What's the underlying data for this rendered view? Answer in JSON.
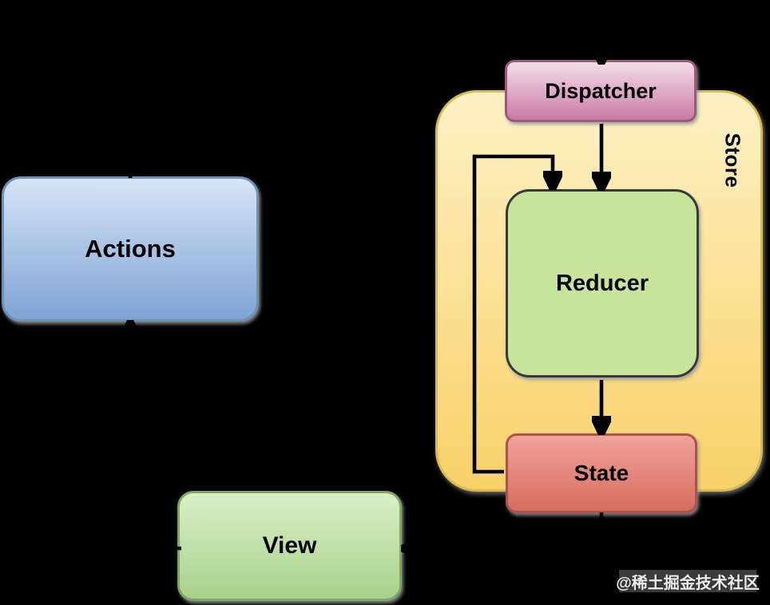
{
  "diagram": {
    "background_color": "#000000",
    "nodes": {
      "dispatcher": {
        "label": "Dispatcher",
        "fill_top": "#f5dce8",
        "fill_bottom": "#c97ba5",
        "border_color": "#9a5a7c",
        "text_color": "#000000"
      },
      "store": {
        "label": "Store",
        "fill_top": "#fdf1c5",
        "fill_bottom": "#f8d168",
        "border_color": "#d9ba52",
        "text_color": "#000000",
        "label_rotation_deg": 90
      },
      "reducer": {
        "label": "Reducer",
        "fill": "#c8e49b",
        "border_color": "#373a3c",
        "text_color": "#000000"
      },
      "state": {
        "label": "State",
        "fill_top": "#f0a29a",
        "fill_bottom": "#d76c61",
        "border_color": "#af524b",
        "text_color": "#000000"
      },
      "actions": {
        "label": "Actions",
        "fill_top": "#d6e4f7",
        "fill_bottom": "#7fa4d3",
        "border_color": "#7090b4",
        "text_color": "#000000"
      },
      "view": {
        "label": "View",
        "fill_top": "#d8efc7",
        "fill_bottom": "#a8d28b",
        "border_color": "#7fa85f",
        "text_color": "#000000"
      }
    },
    "edges": [
      {
        "from": "actions",
        "to": "dispatcher",
        "arrow_color": "#000000"
      },
      {
        "from": "dispatcher",
        "to": "reducer",
        "arrow_color": "#000000"
      },
      {
        "from": "state",
        "to": "reducer",
        "arrow_color": "#000000",
        "note": "feedback loop"
      },
      {
        "from": "reducer",
        "to": "state",
        "arrow_color": "#000000"
      },
      {
        "from": "state",
        "to": "view",
        "arrow_color": "#000000"
      },
      {
        "from": "view",
        "to": "actions",
        "arrow_color": "#000000"
      }
    ],
    "watermark": {
      "text": "@稀土掘金技术社区",
      "text_color": "#ececec",
      "badge_color": "#6e6e6e"
    }
  }
}
